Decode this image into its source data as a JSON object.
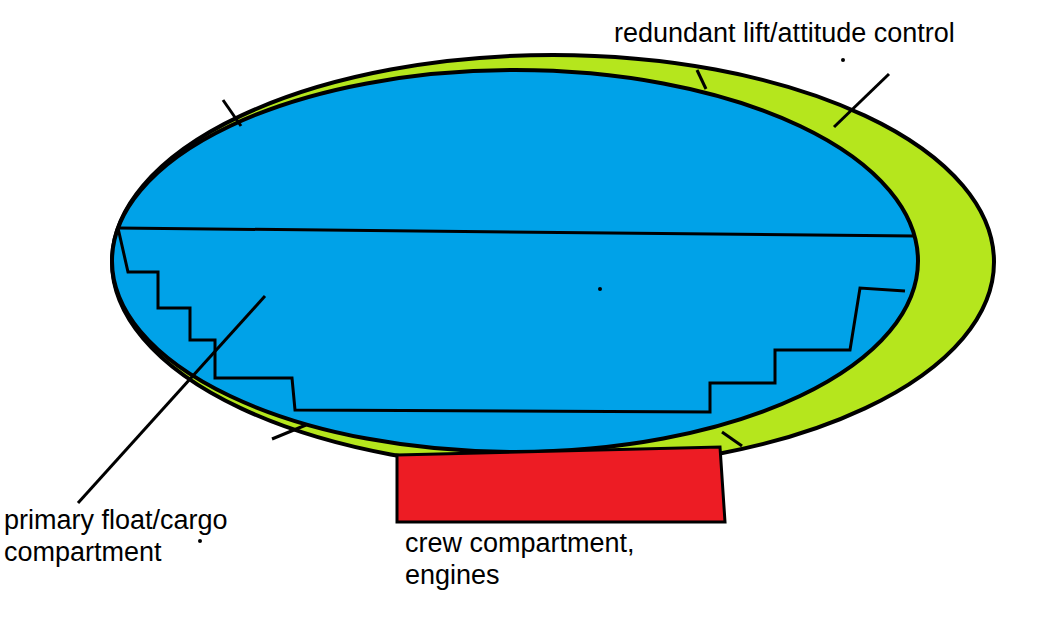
{
  "diagram": {
    "labels": [
      "redundant lift/attitude control",
      "primary float/cargo compartment",
      "crew compartment, engines"
    ]
  }
}
